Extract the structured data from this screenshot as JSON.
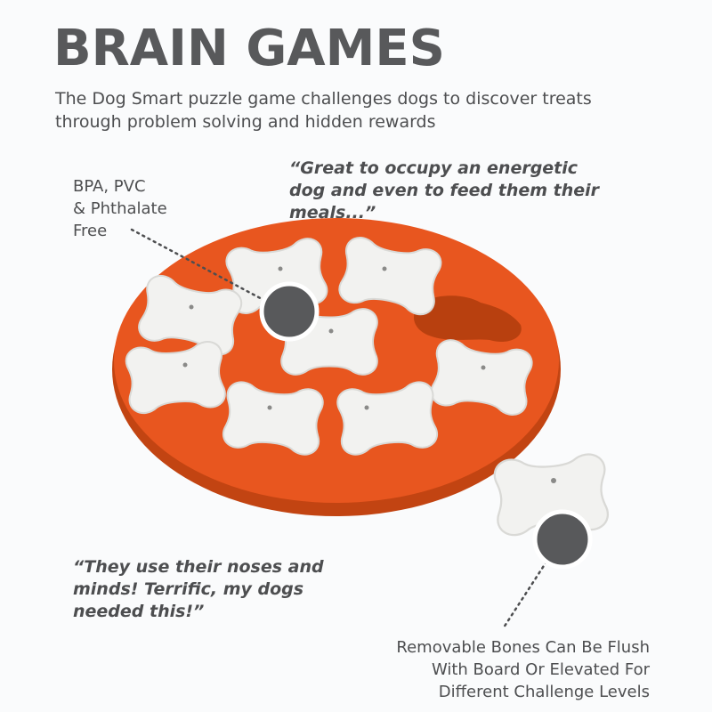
{
  "title": "BRAIN GAMES",
  "subtitle": "The Dog Smart puzzle game challenges dogs to discover treats through problem solving and hidden rewards",
  "callout_material": {
    "line1": "BPA, PVC",
    "line2": "& Phthalate",
    "line3": "Free"
  },
  "quote_top": {
    "line1": "“Great to occupy an energetic",
    "line2": "dog and even to feed them their",
    "line3": "meals...”"
  },
  "quote_bottom": {
    "line1": "“They use their noses and",
    "line2": "minds! Terrific, my dogs",
    "line3": "needed this!”"
  },
  "callout_bones": {
    "line1": "Removable Bones Can Be Flush",
    "line2": "With Board Or Elevated For",
    "line3": "Different Challenge Levels"
  },
  "colors": {
    "board": "#e8561f",
    "board_shadow": "#c24412",
    "bone": "#f2f2f0",
    "bone_shade": "#d9d9d6",
    "marker": "#58595b",
    "text": "#4d4e50"
  }
}
